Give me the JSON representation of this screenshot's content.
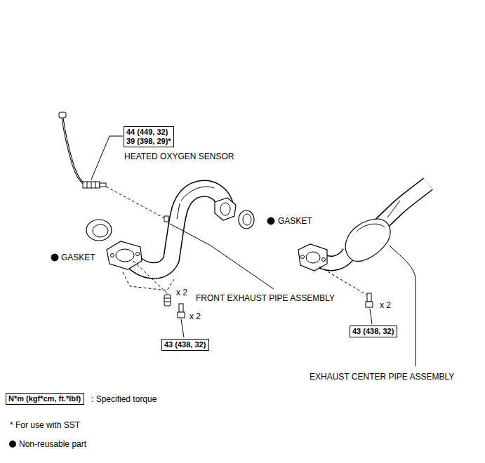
{
  "diagram": {
    "nodes": [
      {
        "text": [
          "44 (449, 32)",
          "39 (398, 29)*"
        ]
      },
      {
        "text": [
          "43 (438, 32)"
        ]
      },
      {
        "text": [
          "43 (438, 32)"
        ]
      },
      {
        "text": [
          "N*m (kgf*cm, ft.*lbf)"
        ]
      }
    ],
    "labels": [
      "HEATED OXYGEN SENSOR",
      "GASKET",
      "GASKET",
      "x 2",
      "x 2",
      "FRONT EXHAUST PIPE ASSEMBLY",
      "x 2",
      "EXHAUST CENTER PIPE ASSEMBLY",
      ": Specified torque",
      "* For use with SST"
    ],
    "legend": [
      {
        "text": "Non-reusable part"
      }
    ]
  }
}
